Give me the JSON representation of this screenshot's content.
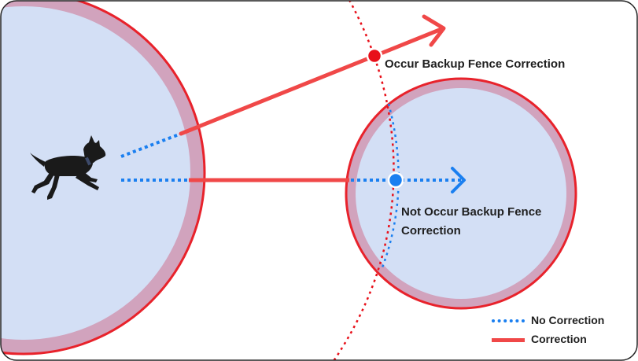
{
  "labels": {
    "occur": "Occur Backup Fence Correction",
    "not_occur_line1": "Not Occur Backup Fence",
    "not_occur_line2": "Correction"
  },
  "legend": {
    "no_correction": "No Correction",
    "correction": "Correction"
  },
  "icons": {
    "dog": "dog-icon"
  },
  "colors": {
    "fence_fill": "#d3dff5",
    "fence_ring": "#d1a3bd",
    "fence_border": "#e8222b",
    "correction": "#f04848",
    "no_correction": "#1a7ff0",
    "marker_red": "#e8101a",
    "marker_blue": "#1a7ff0",
    "frame_border": "#222222"
  }
}
